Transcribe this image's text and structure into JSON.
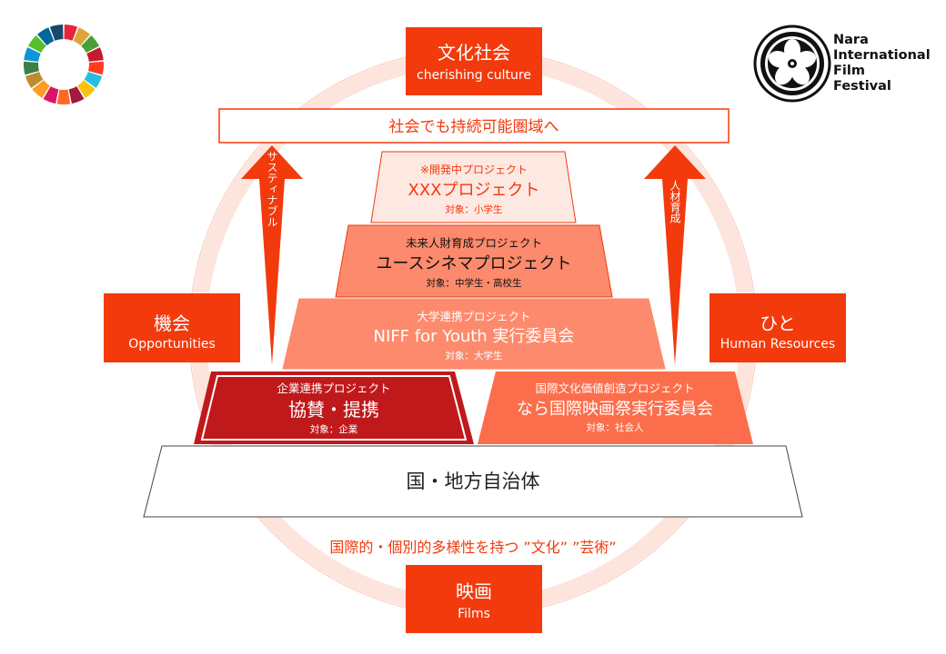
{
  "colors": {
    "accent": "#f23a0c",
    "dark_red": "#c0191c",
    "mid_orange": "#fc6e4b",
    "light_orange": "#fd8a6c",
    "pale": "#fde8e2"
  },
  "top_box": {
    "title": "文化社会",
    "subtitle": "cherishing culture"
  },
  "banner": "社会でも持続可能圏域へ",
  "left_arrow_label": "サスティナブル",
  "right_arrow_label": "人材育成",
  "left_box": {
    "title": "機会",
    "subtitle": "Opportunities"
  },
  "right_box": {
    "title": "ひと",
    "subtitle": "Human Resources"
  },
  "tier1": {
    "small": "※開発中プロジェクト",
    "main": "XXXプロジェクト",
    "target": "対象：小学生"
  },
  "tier2": {
    "small": "未来人財育成プロジェクト",
    "main": "ユースシネマプロジェクト",
    "target": "対象：中学生・高校生"
  },
  "tier3": {
    "small": "大学連携プロジェクト",
    "main": "NIFF for Youth 実行委員会",
    "target": "対象：大学生"
  },
  "tier4_left": {
    "small": "企業連携プロジェクト",
    "main": "協賛・提携",
    "target": "対象：企業"
  },
  "tier4_right": {
    "small": "国際文化価値創造プロジェクト",
    "main": "なら国際映画祭実行委員会",
    "target": "対象：社会人"
  },
  "base": "国・地方自治体",
  "diversity": "国際的・個別的多様性を持つ ”文化” ”芸術”",
  "bottom_box": {
    "title": "映画",
    "subtitle": "Films"
  },
  "logo_right": {
    "line1": "Nara",
    "line2": "International",
    "line3": "Film",
    "line4": "Festival"
  },
  "sdg_colors": [
    "#e5243b",
    "#dda63a",
    "#4c9f38",
    "#c5192d",
    "#ff3a21",
    "#26bde2",
    "#fcc30b",
    "#a21942",
    "#fd6925",
    "#dd1367",
    "#fd9d24",
    "#bf8b2e",
    "#3f7e44",
    "#0a97d9",
    "#56c02b",
    "#00689d",
    "#19486a"
  ]
}
